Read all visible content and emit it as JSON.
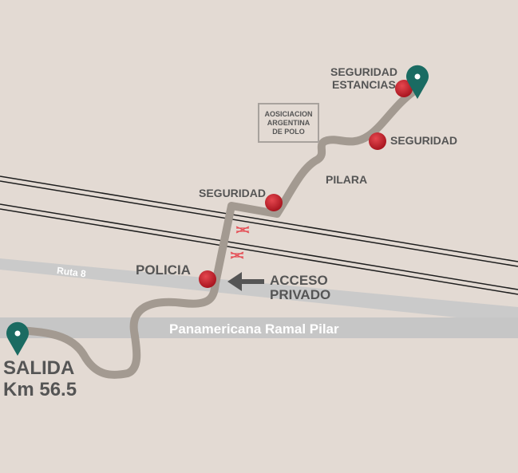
{
  "colors": {
    "background": "#e3dad3",
    "route": "#a39a91",
    "highway": "#c6c6c6",
    "ruta_road": "#cacaca",
    "railway": "#1e1e1e",
    "point_marker": "#c8202b",
    "pin": "#1a6b62",
    "text": "#555555"
  },
  "roads": {
    "highway_label": "Panamericana Ramal Pilar",
    "ruta_label": "Ruta 8"
  },
  "start": {
    "pin_icon": "map-pin-icon",
    "line1": "SALIDA",
    "line2": "Km 56.5"
  },
  "destination": {
    "pin_icon": "map-pin-icon"
  },
  "points": {
    "policia": "POLICIA",
    "seguridad_gate": "SEGURIDAD",
    "seguridad_right": "SEGURIDAD",
    "seguridad_estancias_line1": "SEGURIDAD",
    "seguridad_estancias_line2": "ESTANCIAS"
  },
  "areas": {
    "pilara": "PILARA"
  },
  "access": {
    "arrow_icon": "arrow-left-icon",
    "line1": "ACCESO",
    "line2": "PRIVADO"
  },
  "landmark": {
    "line1": "AOSICIACION",
    "line2": "ARGENTINA",
    "line3": "DE POLO"
  },
  "crossings": {
    "icon": "railway-crossing-icon"
  }
}
